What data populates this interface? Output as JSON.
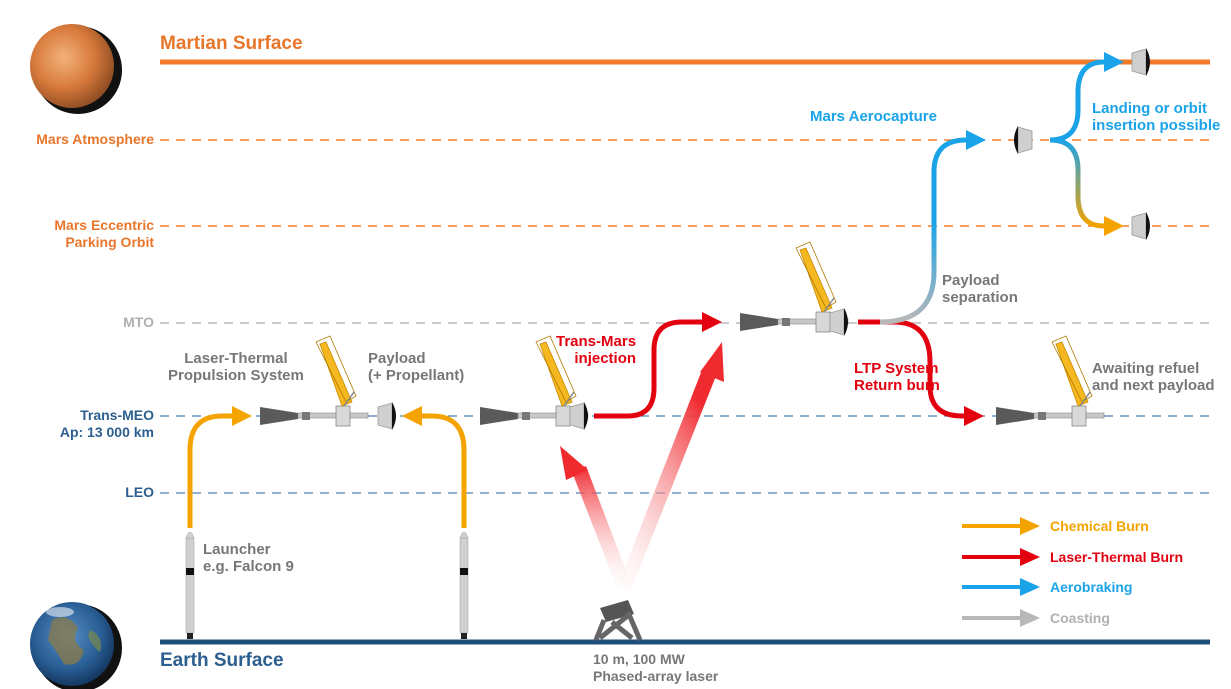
{
  "levels": {
    "mars_surface": "Martian Surface",
    "mars_atmosphere": "Mars Atmosphere",
    "mars_parking_1": "Mars Eccentric",
    "mars_parking_2": "Parking Orbit",
    "mto": "MTO",
    "trans_meo_1": "Trans-MEO",
    "trans_meo_2": "Ap: 13 000 km",
    "leo": "LEO",
    "earth_surface": "Earth Surface"
  },
  "annotations": {
    "ltp_1": "Laser-Thermal",
    "ltp_2": "Propulsion System",
    "payload_1": "Payload",
    "payload_2": "(+ Propellant)",
    "launcher_1": "Launcher",
    "launcher_2": "e.g. Falcon 9",
    "tmi_1": "Trans-Mars",
    "tmi_2": "injection",
    "laser_1": "10 m, 100 MW",
    "laser_2": "Phased-array laser",
    "aerocapture": "Mars Aerocapture",
    "landing_1": "Landing or orbit",
    "landing_2": "insertion possible",
    "separation_1": "Payload",
    "separation_2": "separation",
    "return_1": "LTP System",
    "return_2": "Return burn",
    "await_1": "Awaiting refuel",
    "await_2": "and next payload"
  },
  "legend": [
    {
      "label": "Chemical Burn",
      "color": "#f5a300"
    },
    {
      "label": "Laser-Thermal Burn",
      "color": "#e3000f"
    },
    {
      "label": "Aerobraking",
      "color": "#1aa3e8"
    },
    {
      "label": "Coasting",
      "color": "#b8b8b8"
    }
  ],
  "colors": {
    "mars": "#f07a2a",
    "earth": "#1f4e7a",
    "mto": "#b8b8b8",
    "orbit": "#4a7fb5",
    "chemical": "#f5a300",
    "laser": "#e3000f",
    "aero": "#1aa3e8",
    "coast": "#b8b8b8",
    "mars_label": "#e8762a",
    "aero_label": "#1aa3e8",
    "earth_label": "#2c5f8f",
    "grey_label": "#777777"
  },
  "icons": {
    "mars": "mars-planet-icon",
    "earth": "earth-planet-icon",
    "spacecraft": "ltp-spacecraft-icon",
    "capsule": "payload-capsule-icon",
    "rocket": "launcher-rocket-icon",
    "laser": "laser-array-icon"
  }
}
